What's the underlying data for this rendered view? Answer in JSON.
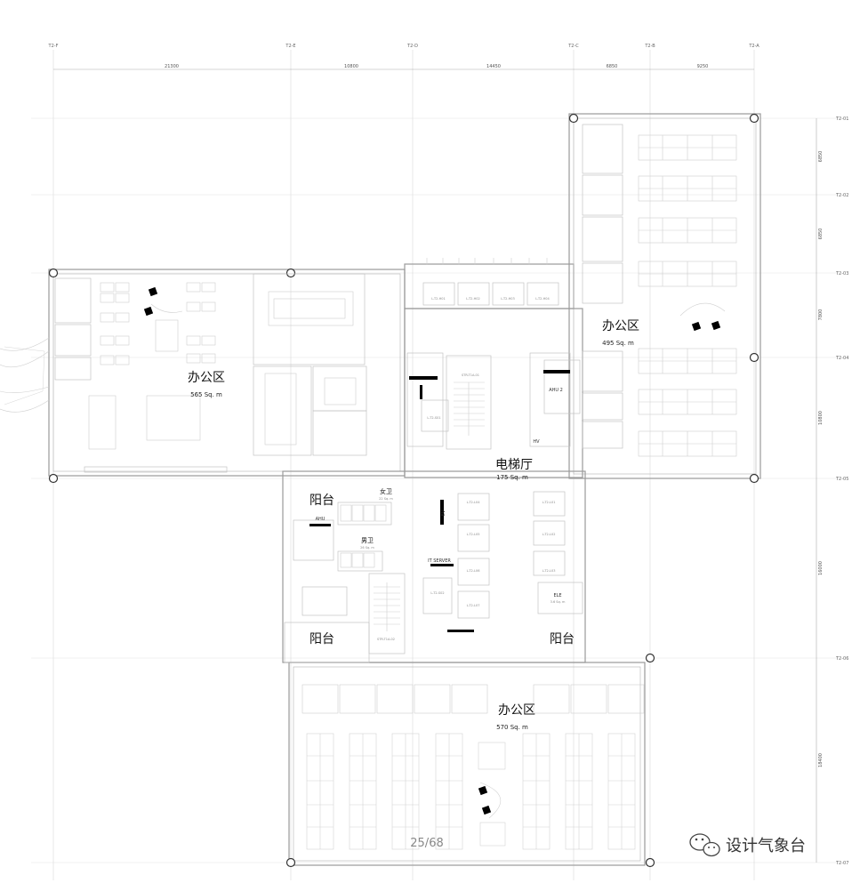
{
  "grid": {
    "columns": [
      "T2-F",
      "T2-E",
      "T2-D",
      "T2-C",
      "T2-B",
      "T2-A"
    ],
    "rows": [
      "T2-01",
      "T2-02",
      "T2-03",
      "T2-04",
      "T2-05",
      "T2-06",
      "T2-07"
    ],
    "column_spacings": [
      "21300",
      "10800",
      "14450",
      "6850",
      "9250"
    ],
    "row_spacings": [
      "6850",
      "6850",
      "7800",
      "10800",
      "16000",
      "18400"
    ]
  },
  "zones": {
    "office_west": {
      "title": "办公区",
      "area": "565 Sq. m"
    },
    "office_east": {
      "title": "办公区",
      "area": "495 Sq. m"
    },
    "office_south": {
      "title": "办公区",
      "area": "570 Sq. m"
    },
    "elevator_hall": {
      "title": "电梯厅",
      "area": "175 Sq. m"
    },
    "balcony_nw": {
      "title": "阳台"
    },
    "balcony_sw": {
      "title": "阳台"
    },
    "balcony_se": {
      "title": "阳台"
    }
  },
  "rooms": {
    "women_wc": {
      "label": "女卫",
      "area": "22 Sq. m"
    },
    "men_wc": {
      "label": "男卫",
      "area": "26 Sq. m"
    },
    "ahu_west": "AHU",
    "ahu2": "AHU 2",
    "hv": "HV",
    "ev": "EV",
    "it_server": "IT SERVER",
    "ele": {
      "label": "ELE",
      "area": "3.6 Sq. m"
    },
    "stair_1": "STR-T1A-01",
    "stair_2": "STR-T1A-02",
    "shaft_s01": "L-T2-S01",
    "shaft_s02": "L-T2-S02",
    "lifts_north": [
      "L-T2-H01",
      "L-T2-H02",
      "L-T2-H03",
      "L-T2-H04"
    ],
    "lifts_mid": [
      "L-T2-L04",
      "L-T2-L05",
      "L-T2-L06",
      "L-T2-L07"
    ],
    "lifts_east": [
      "L-T2-L01",
      "L-T2-L02",
      "L-T2-L03"
    ]
  },
  "footer": {
    "page_number": "25/68",
    "watermark": "设计气象台",
    "watermark_icon": "wechat-icon"
  }
}
